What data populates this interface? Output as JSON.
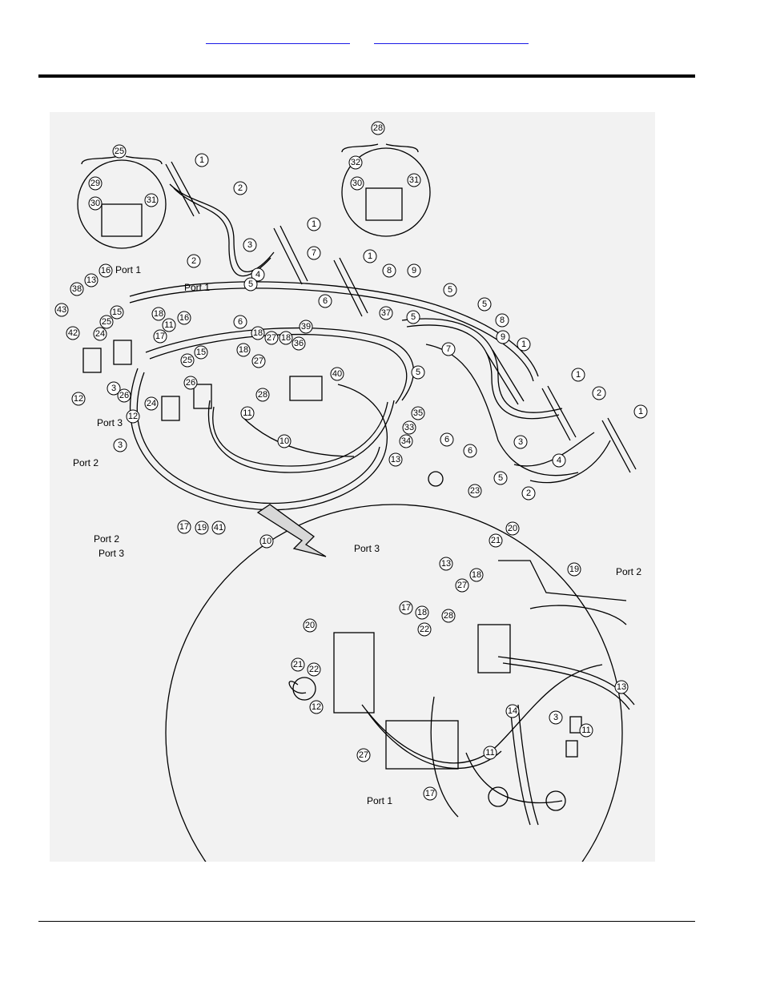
{
  "header": {
    "links": [
      {
        "label": ""
      },
      {
        "label": ""
      }
    ]
  },
  "figure": {
    "callouts": [
      "1",
      "2",
      "3",
      "4",
      "5",
      "6",
      "7",
      "8",
      "9",
      "10",
      "11",
      "12",
      "13",
      "14",
      "15",
      "16",
      "17",
      "18",
      "19",
      "20",
      "21",
      "22",
      "23",
      "24",
      "25",
      "26",
      "27",
      "28",
      "29",
      "30",
      "31",
      "32",
      "33",
      "34",
      "35",
      "36",
      "37",
      "38",
      "39",
      "40",
      "41",
      "42",
      "43"
    ],
    "port_labels": [
      "Port 1",
      "Port 2",
      "Port 3"
    ]
  },
  "colors": {
    "link": "#1a1ae6",
    "figure_background": "#f2f2f2",
    "line": "#000000"
  }
}
